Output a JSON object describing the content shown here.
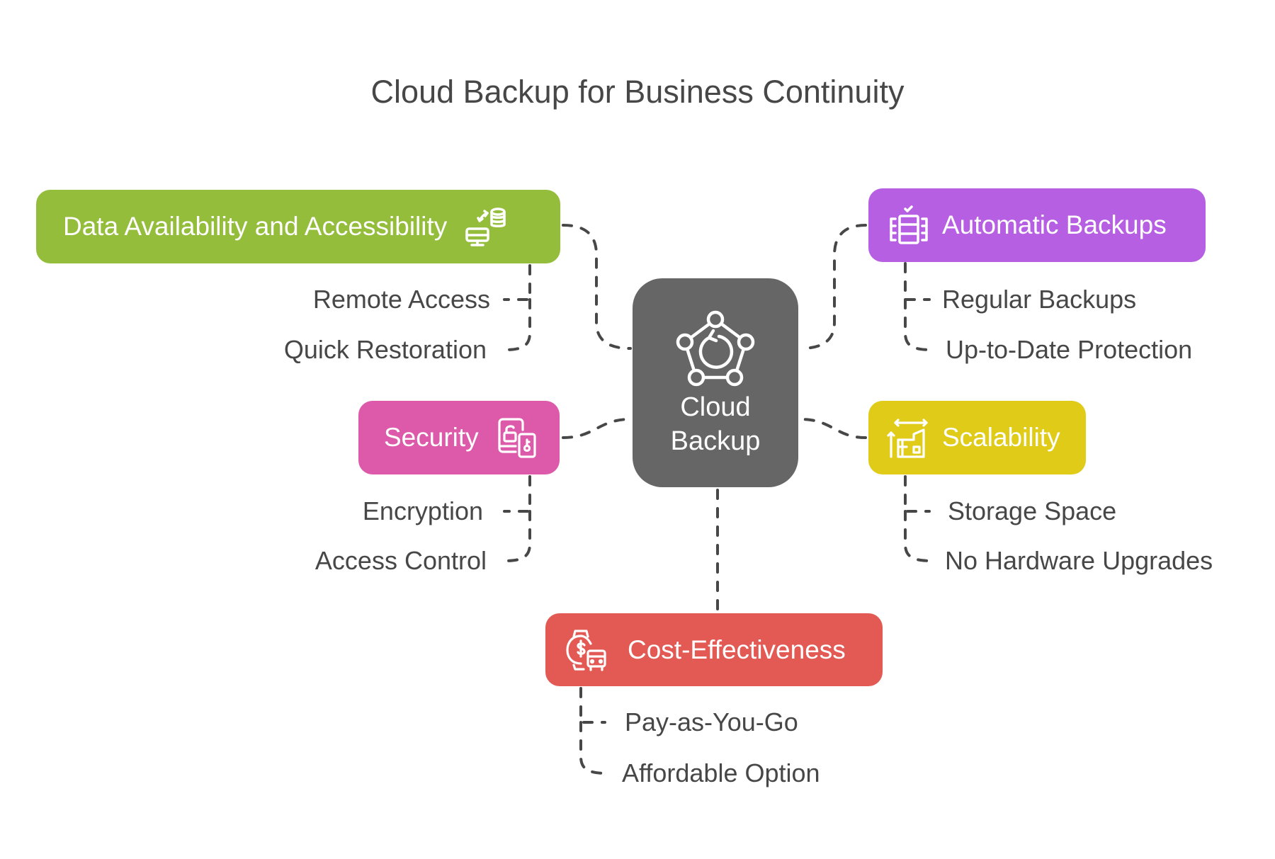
{
  "title": "Cloud Backup for Business Continuity",
  "center": {
    "label_line1": "Cloud",
    "label_line2": "Backup",
    "icon": "pentagon-network-refresh-icon",
    "color": "#666666"
  },
  "branches": [
    {
      "id": "data-availability",
      "label": "Data Availability and Accessibility",
      "icon": "monitor-database-sync-icon",
      "color": "#93BD3A",
      "items": [
        "Remote Access",
        "Quick Restoration"
      ]
    },
    {
      "id": "automatic-backups",
      "label": "Automatic Backups",
      "icon": "server-check-icon",
      "color": "#B75FE3",
      "items": [
        "Regular Backups",
        "Up-to-Date Protection"
      ]
    },
    {
      "id": "security",
      "label": "Security",
      "icon": "lock-key-devices-icon",
      "color": "#DD5AAA",
      "items": [
        "Encryption",
        "Access Control"
      ]
    },
    {
      "id": "scalability",
      "label": "Scalability",
      "icon": "growing-building-icon",
      "color": "#DFCB18",
      "items": [
        "Storage Space",
        "No Hardware Upgrades"
      ]
    },
    {
      "id": "cost-effectiveness",
      "label": "Cost-Effectiveness",
      "icon": "money-watch-bus-icon",
      "color": "#E35954",
      "items": [
        "Pay-as-You-Go",
        "Affordable Option"
      ]
    }
  ],
  "colors": {
    "text": "#474747",
    "connector": "#474747",
    "background": "#FFFFFF"
  }
}
